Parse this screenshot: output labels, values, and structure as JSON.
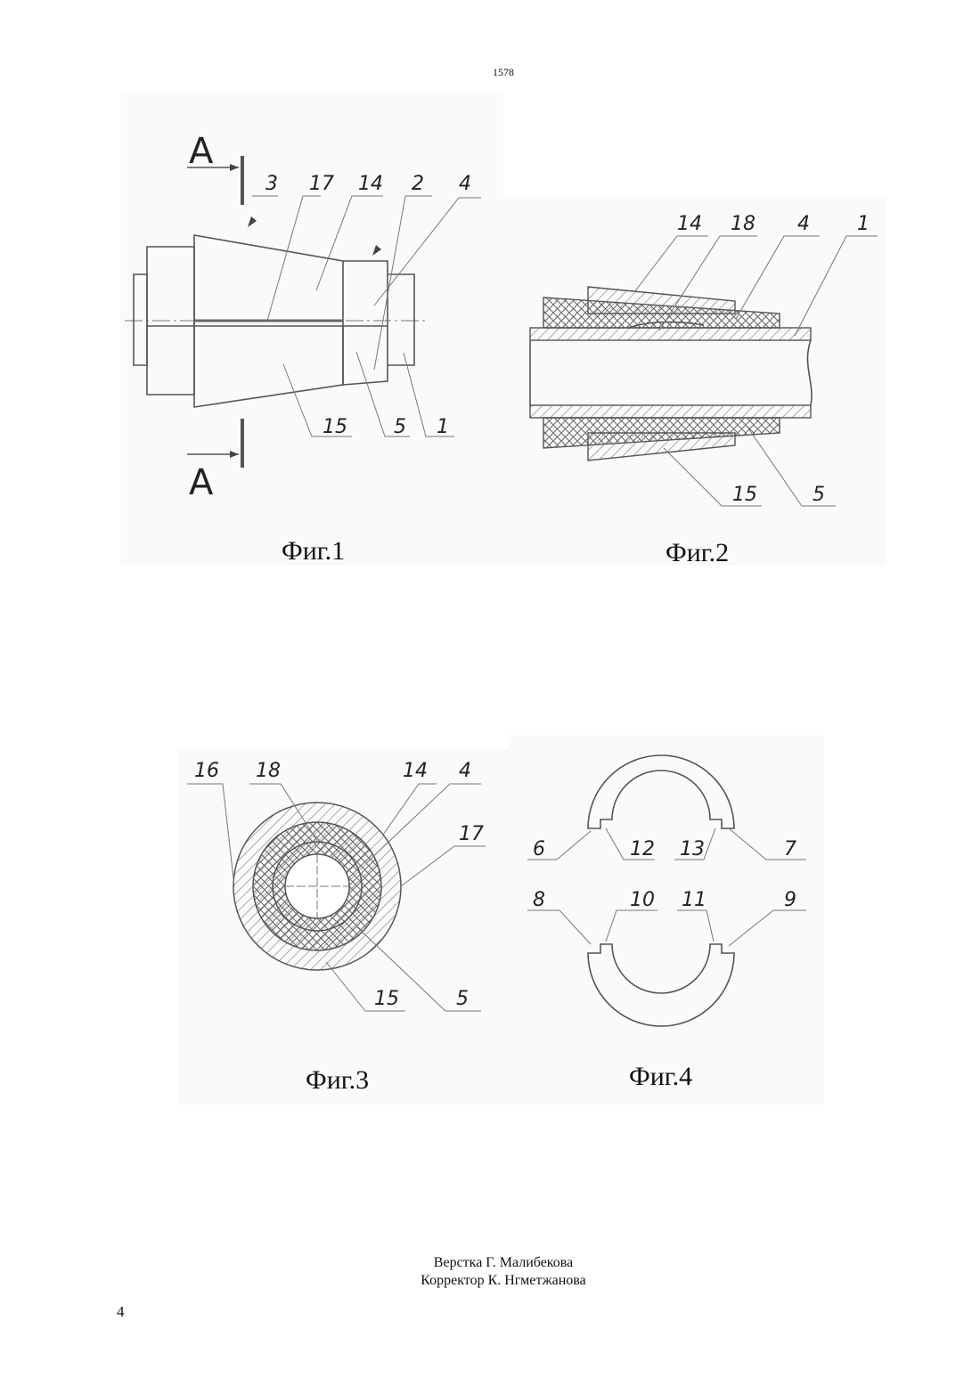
{
  "header": {
    "doc_number": "1578"
  },
  "figures": {
    "fig1": {
      "caption": "Фиг.1",
      "section_letter": "А",
      "labels": [
        "3",
        "17",
        "14",
        "2",
        "4",
        "15",
        "5",
        "1"
      ]
    },
    "fig2": {
      "caption": "Фиг.2",
      "labels": [
        "14",
        "18",
        "4",
        "1",
        "15",
        "5"
      ]
    },
    "fig3": {
      "caption": "Фиг.3",
      "labels": [
        "16",
        "18",
        "14",
        "4",
        "17",
        "15",
        "5"
      ]
    },
    "fig4": {
      "caption": "Фиг.4",
      "labels": [
        "6",
        "12",
        "13",
        "7",
        "8",
        "10",
        "11",
        "9"
      ]
    }
  },
  "footer": {
    "layout_credit": "Верстка Г. Малибекова",
    "corrector_credit": "Корректор К. Нгметжанова",
    "page_number": "4"
  }
}
